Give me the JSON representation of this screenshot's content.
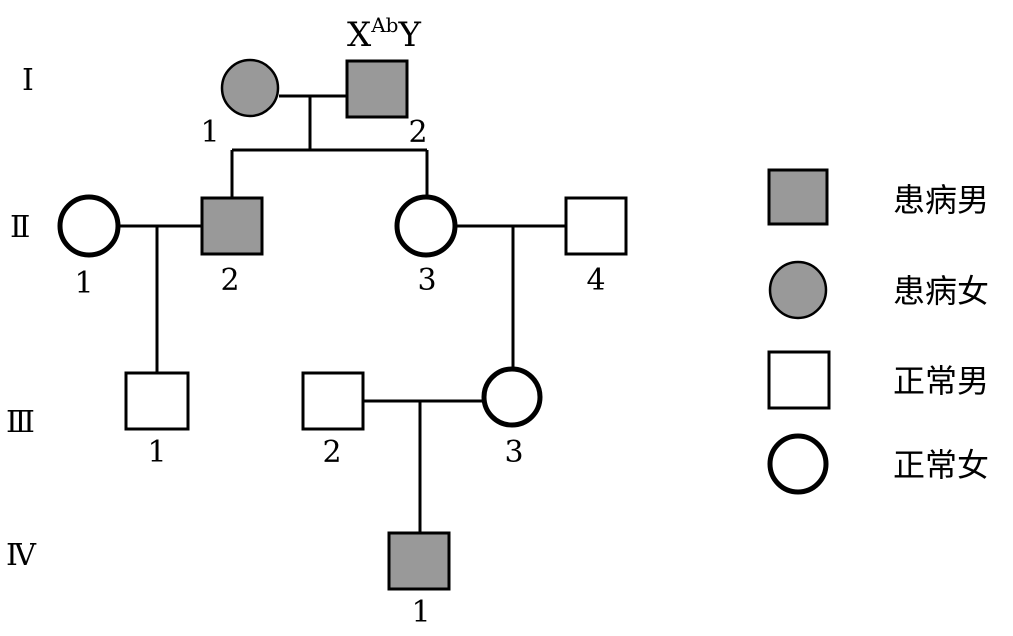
{
  "colors": {
    "affected_fill": "#999999",
    "normal_fill": "#ffffff",
    "stroke": "#000000"
  },
  "generations": [
    "Ⅰ",
    "Ⅱ",
    "Ⅲ",
    "Ⅳ"
  ],
  "genotype_label": {
    "base": "X",
    "sup": "Ab",
    "tail": "Y"
  },
  "individuals": {
    "I1": {
      "number": "1",
      "sex": "female",
      "affected": true
    },
    "I2": {
      "number": "2",
      "sex": "male",
      "affected": true
    },
    "II1": {
      "number": "1",
      "sex": "female",
      "affected": false
    },
    "II2": {
      "number": "2",
      "sex": "male",
      "affected": true
    },
    "II3": {
      "number": "3",
      "sex": "female",
      "affected": false
    },
    "II4": {
      "number": "4",
      "sex": "male",
      "affected": false
    },
    "III1": {
      "number": "1",
      "sex": "male",
      "affected": false
    },
    "III2": {
      "number": "2",
      "sex": "male",
      "affected": false
    },
    "III3": {
      "number": "3",
      "sex": "female",
      "affected": false
    },
    "IV1": {
      "number": "1",
      "sex": "male",
      "affected": true
    }
  },
  "legend": [
    {
      "label": "患病男",
      "sex": "male",
      "affected": true
    },
    {
      "label": "患病女",
      "sex": "female",
      "affected": true
    },
    {
      "label": "正常男",
      "sex": "male",
      "affected": false
    },
    {
      "label": "正常女",
      "sex": "female",
      "affected": false
    }
  ]
}
